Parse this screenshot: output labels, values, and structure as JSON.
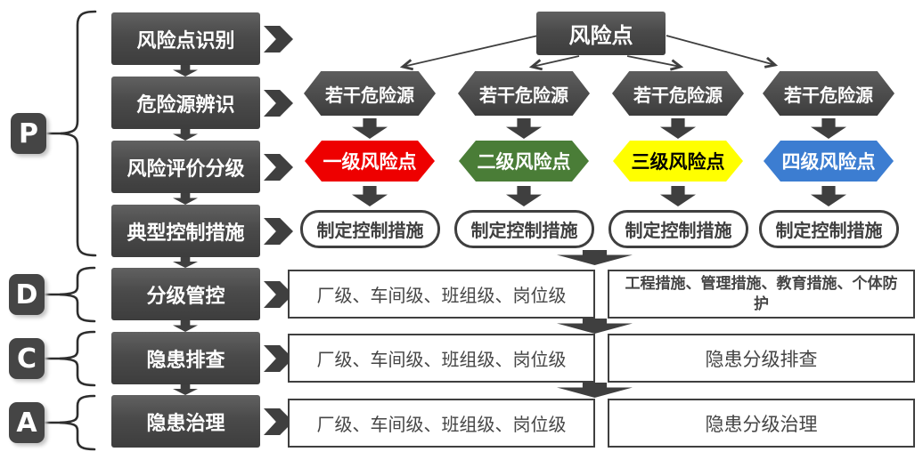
{
  "pdca": [
    {
      "letter": "P"
    },
    {
      "letter": "D"
    },
    {
      "letter": "C"
    },
    {
      "letter": "A"
    }
  ],
  "process_rows": [
    {
      "label": "风险点识别"
    },
    {
      "label": "危险源辨识"
    },
    {
      "label": "风险评价分级"
    },
    {
      "label": "典型控制措施"
    },
    {
      "label": "分级管控"
    },
    {
      "label": "隐患排查"
    },
    {
      "label": "隐患治理"
    }
  ],
  "risk_point_label": "风险点",
  "columns": [
    {
      "hazard_label": "若干危险源",
      "level_label": "一级风险点",
      "measure_label": "制定控制措施",
      "level_bg": "#ee0000",
      "level_fg": "#ffffff"
    },
    {
      "hazard_label": "若干危险源",
      "level_label": "二级风险点",
      "measure_label": "制定控制措施",
      "level_bg": "#4a7d37",
      "level_fg": "#ffffff"
    },
    {
      "hazard_label": "若干危险源",
      "level_label": "三级风险点",
      "measure_label": "制定控制措施",
      "level_bg": "#ffff00",
      "level_fg": "#000000"
    },
    {
      "hazard_label": "若干危险源",
      "level_label": "四级风险点",
      "measure_label": "制定控制措施",
      "level_bg": "#3c7dd1",
      "level_fg": "#ffffff"
    }
  ],
  "detail_boxes": {
    "grading_scope": "厂级、车间级、班组级、岗位级",
    "inspection_scope": "厂级、车间级、班组级、岗位级",
    "treatment_scope": "厂级、车间级、班组级、岗位级",
    "control_measures": "工程措施、管理措施、教育措施、个体防护",
    "graded_inspection": "隐患分级排查",
    "graded_treatment": "隐患分级治理"
  },
  "colors": {
    "dark_box": "#474747",
    "arrow": "#3f3f3f",
    "brace": "#2d2d2d"
  }
}
